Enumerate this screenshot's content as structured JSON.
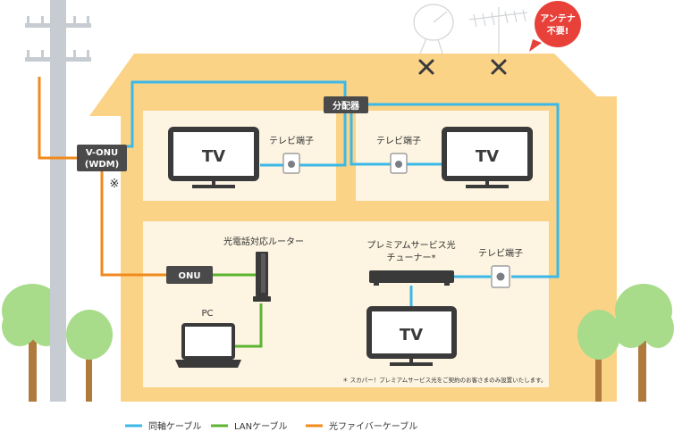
{
  "badge": {
    "line1": "アンテナ",
    "line2": "不要!"
  },
  "labels": {
    "vonu_line1": "V-ONU",
    "vonu_line2": "(WDM)",
    "note_mark": "※",
    "splitter": "分配器",
    "tv_terminal_upper_left": "テレビ端子",
    "tv_terminal_upper_right": "テレビ端子",
    "tv_terminal_lower": "テレビ端子",
    "tv_upper_left": "TV",
    "tv_upper_right": "TV",
    "tv_lower": "TV",
    "router": "光電話対応ルーター",
    "onu": "ONU",
    "pc": "PC",
    "tuner_line1": "プレミアムサービス光",
    "tuner_line2": "チューナー*",
    "footnote": "＊ スカパー！プレミアムサービス光をご契約のお客さまのみ設置いたします。"
  },
  "legend": [
    {
      "label": "同軸ケーブル",
      "color": "#3bb8e8"
    },
    {
      "label": "LANケーブル",
      "color": "#5cb531"
    },
    {
      "label": "光ファイバーケーブル",
      "color": "#f08a1d"
    }
  ],
  "colors": {
    "house": "#fbd387",
    "room": "#fdf4e1",
    "pole": "#c6ccd1",
    "coax": "#3bb8e8",
    "lan": "#5cb531",
    "fiber": "#f08a1d",
    "device": "#4a4a4a",
    "badge": "#e8413a"
  }
}
